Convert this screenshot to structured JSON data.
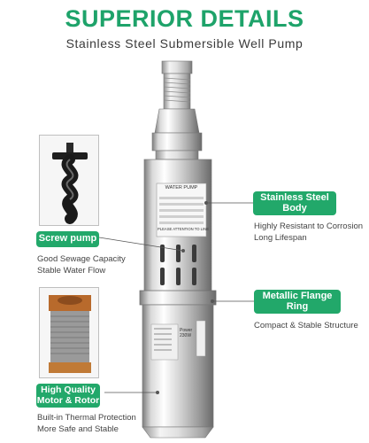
{
  "header": {
    "title": "SUPERIOR DETAILS",
    "subtitle": "Stainless Steel Submersible Well Pump"
  },
  "features": {
    "screw_pump": {
      "label": "Screw pump",
      "lines": [
        "Good Sewage Capacity",
        "Stable Water Flow"
      ]
    },
    "stainless_body": {
      "label_line1": "Stainless Steel",
      "label_line2": "Body",
      "lines": [
        "Highly Resistant to Corrosion",
        "Long Lifespan"
      ]
    },
    "flange_ring": {
      "label_line1": "Metallic Flange",
      "label_line2": "Ring",
      "lines": [
        "Compact & Stable Structure"
      ]
    },
    "motor": {
      "label_line1": "High Quality",
      "label_line2": "Motor & Rotor",
      "lines": [
        "Built-in Thermal Protection",
        "More Safe and Stable"
      ]
    }
  },
  "product_label": {
    "title": "WATER PUMP",
    "attention": "PLEASE ATTENTION TO LINE"
  },
  "side_label": {
    "power": "Power",
    "voltage": "230W"
  },
  "colors": {
    "accent": "#22a86a",
    "heading": "#1ea36a",
    "steel_light": "#f2f2f2",
    "steel_dark": "#8a8a8a",
    "connector": "#555555"
  },
  "icons": {
    "screw": "screw-rotor-icon",
    "motor": "motor-stator-icon"
  }
}
